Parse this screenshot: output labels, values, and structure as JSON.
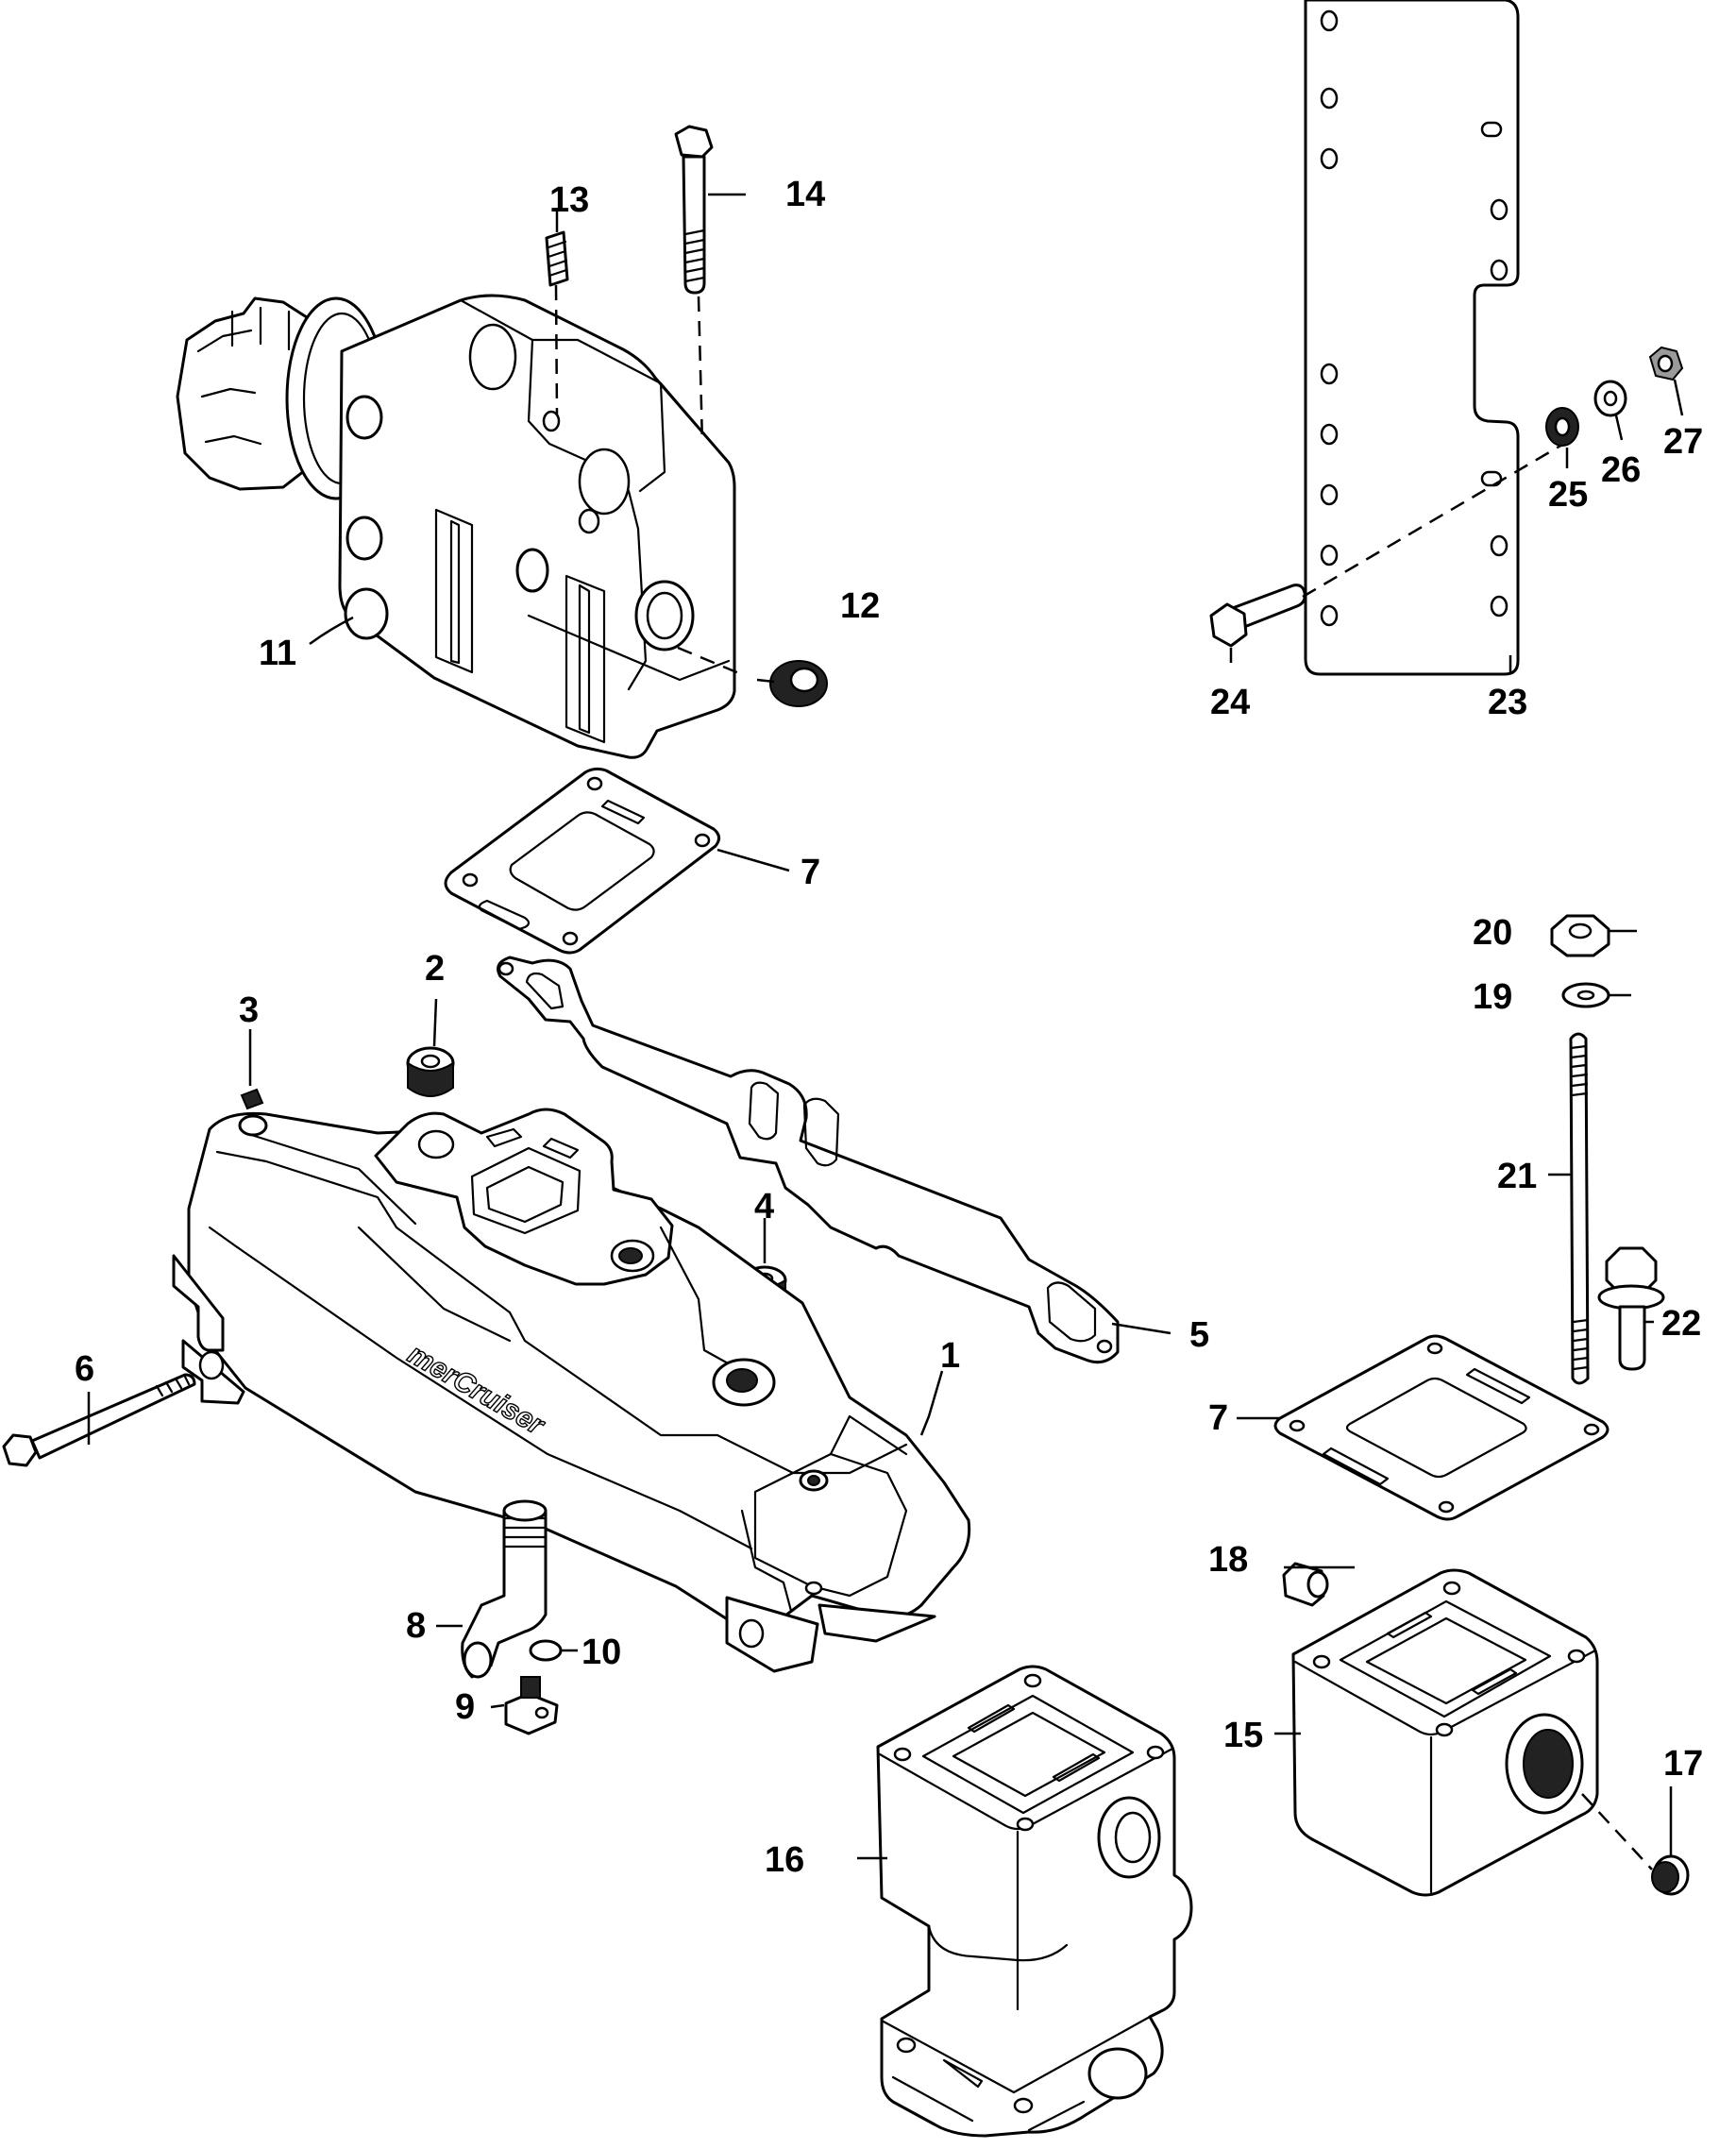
{
  "callouts": {
    "n1": "1",
    "n2": "2",
    "n3": "3",
    "n4": "4",
    "n5": "5",
    "n6": "6",
    "n7a": "7",
    "n7b": "7",
    "n8": "8",
    "n9": "9",
    "n10": "10",
    "n11": "11",
    "n12": "12",
    "n13": "13",
    "n14": "14",
    "n15": "15",
    "n16": "16",
    "n17": "17",
    "n18": "18",
    "n19": "19",
    "n20": "20",
    "n21": "21",
    "n22": "22",
    "n23": "23",
    "n24": "24",
    "n25": "25",
    "n26": "26",
    "n27": "27"
  },
  "logo": {
    "text": "merCruiser"
  }
}
